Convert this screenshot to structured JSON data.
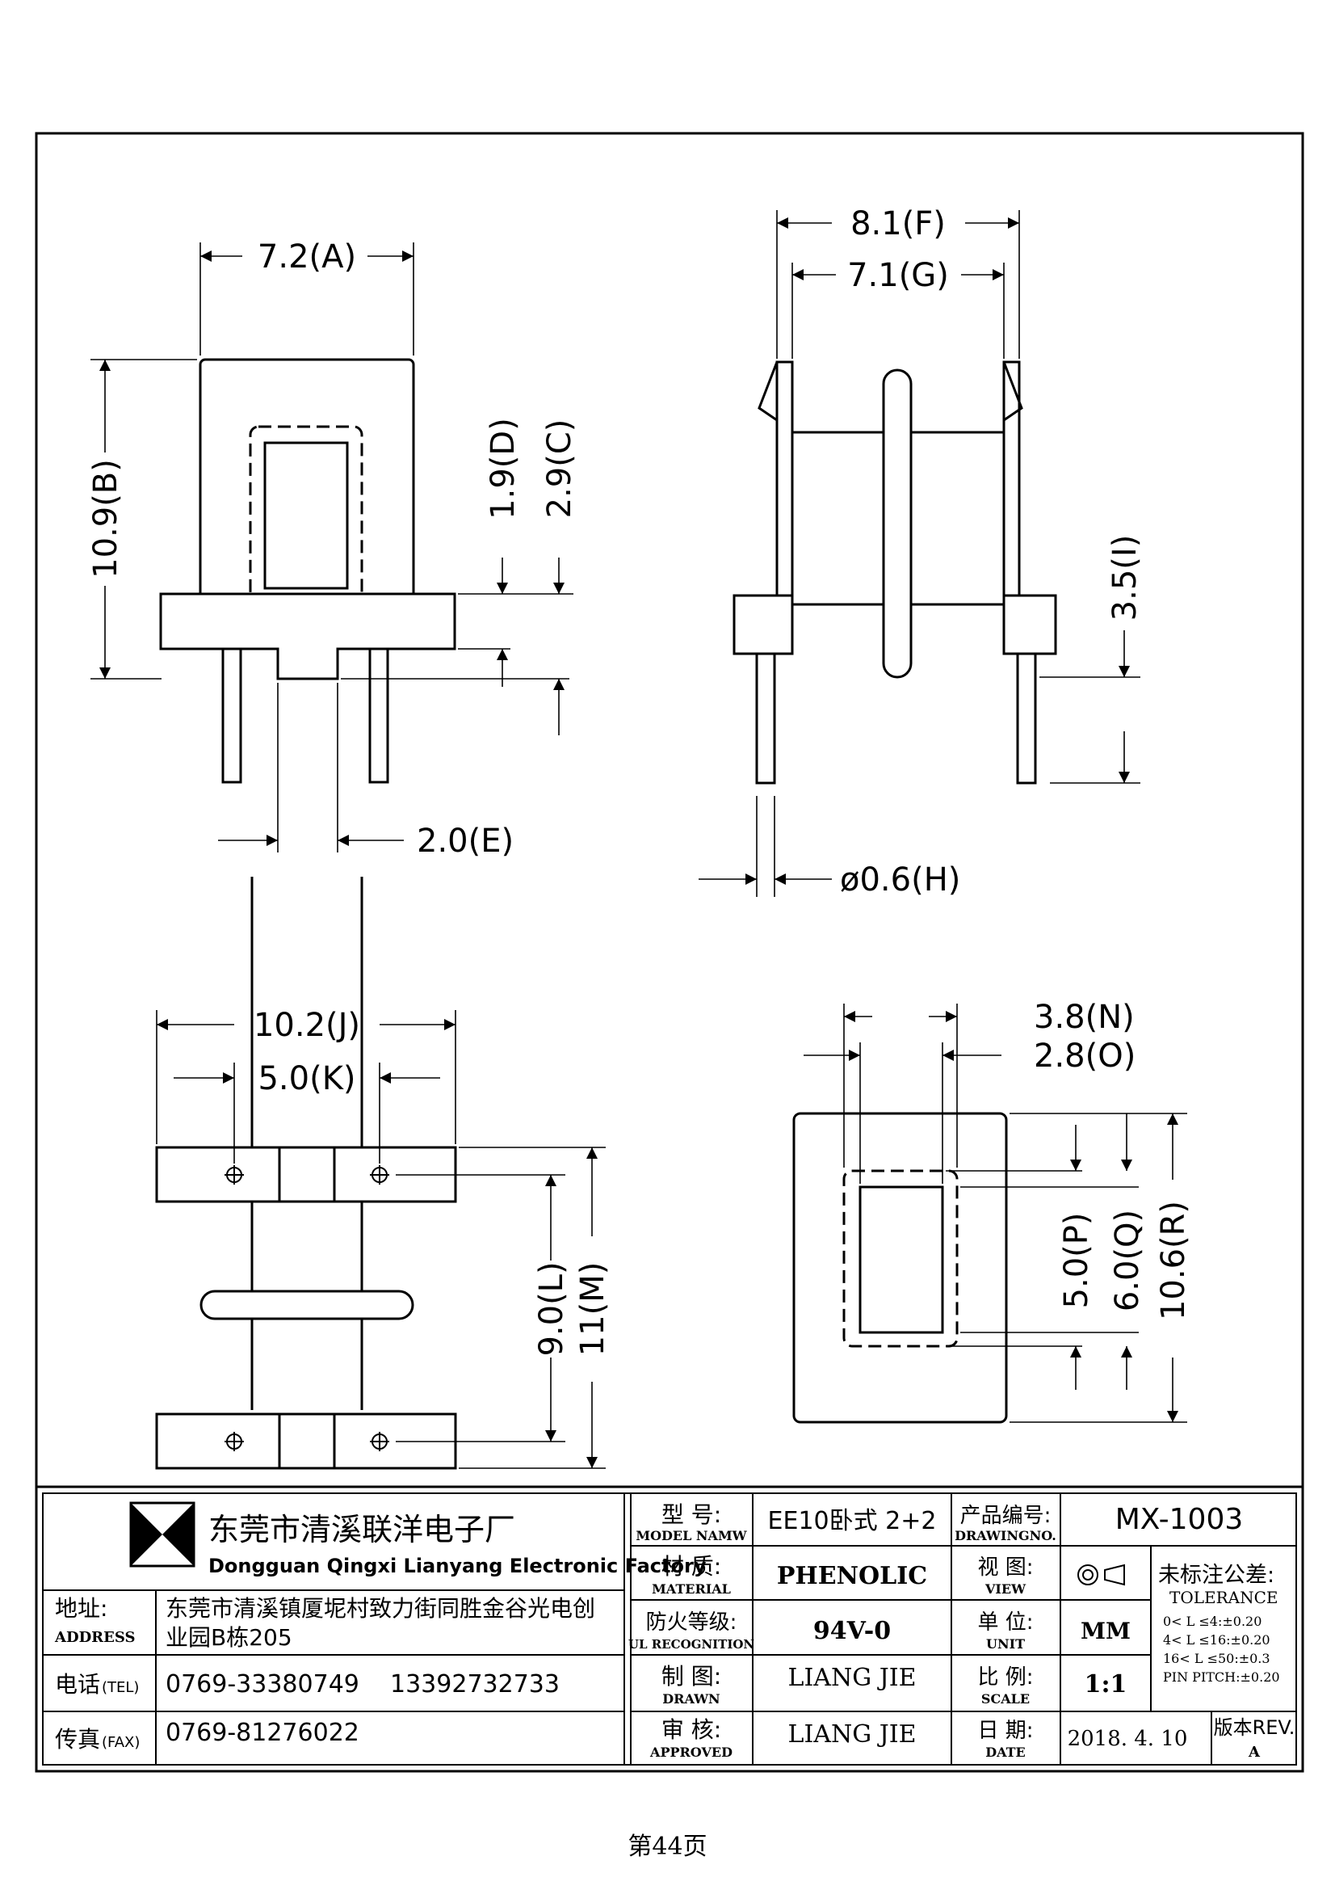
{
  "dimensions": {
    "A": "7.2(A)",
    "B": "10.9(B)",
    "C": "2.9(C)",
    "D": "1.9(D)",
    "E": "2.0(E)",
    "F": "8.1(F)",
    "G": "7.1(G)",
    "H": "ø0.6(H)",
    "I": "3.5(I)",
    "J": "10.2(J)",
    "K": "5.0(K)",
    "L": "9.0(L)",
    "M": "11(M)",
    "N": "3.8(N)",
    "O": "2.8(O)",
    "P": "5.0(P)",
    "Q": "6.0(Q)",
    "R": "10.6(R)"
  },
  "title_block": {
    "company_cn": "东莞市清溪联洋电子厂",
    "company_en": "Dongguan Qingxi Lianyang Electronic Factory",
    "address_label_cn": "地址:",
    "address_label_en": "ADDRESS",
    "address_line1": "东莞市清溪镇厦坭村致力街同胜金谷光电创",
    "address_line2": "业园B栋205",
    "tel_label_cn": "电话",
    "tel_label_en": "(TEL)",
    "tel_value": "0769-33380749    13392732733",
    "fax_label_cn": "传真",
    "fax_label_en": "(FAX)",
    "fax_value": "0769-81276022",
    "model_label_cn": "型 号:",
    "model_label_en": "MODEL NAMW",
    "model_value": "EE10卧式 2+2",
    "drawing_no_label_cn": "产品编号:",
    "drawing_no_label_en": "DRAWINGNO.",
    "drawing_no_value": "MX-1003",
    "material_label_cn": "材 质:",
    "material_label_en": "MATERIAL",
    "material_value": "PHENOLIC",
    "view_label_cn": "视 图:",
    "view_label_en": "VIEW",
    "tolerance_label_cn": "未标注公差:",
    "tolerance_label_en": "TOLERANCE",
    "tolerance_lines": [
      "0< L ≤4:±0.20",
      "4< L ≤16:±0.20",
      "16< L ≤50:±0.3",
      "PIN PITCH:±0.20"
    ],
    "ul_label_cn": "防火等级:",
    "ul_label_en": "UL RECOGNITION",
    "ul_value": "94V-0",
    "unit_label_cn": "单 位:",
    "unit_label_en": "UNIT",
    "unit_value": "MM",
    "drawn_label_cn": "制 图:",
    "drawn_label_en": "DRAWN",
    "drawn_value": "LIANG JIE",
    "scale_label_cn": "比 例:",
    "scale_label_en": "SCALE",
    "scale_value": "1:1",
    "approved_label_cn": "审 核:",
    "approved_label_en": "APPROVED",
    "approved_value": "LIANG JIE",
    "date_label_cn": "日 期:",
    "date_label_en": "DATE",
    "date_value": "2018. 4. 10",
    "rev_label": "版本REV.",
    "rev_value": "A"
  },
  "page_number": "第44页"
}
